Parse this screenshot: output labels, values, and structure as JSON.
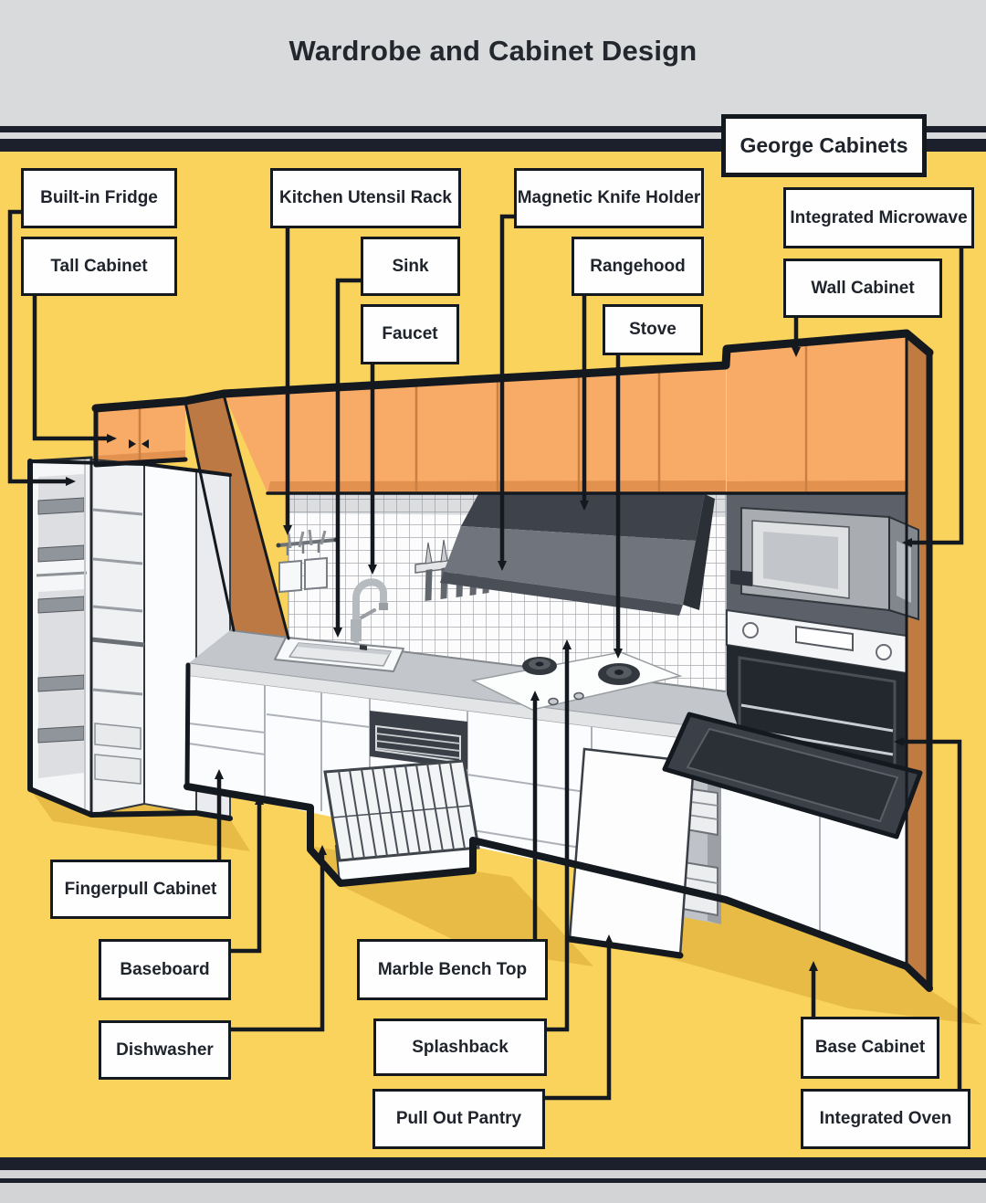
{
  "header": {
    "title": "Wardrobe and Cabinet Design"
  },
  "badge": {
    "text": "George Cabinets"
  },
  "labels": [
    {
      "id": "built-in-fridge",
      "text": "Built-in Fridge"
    },
    {
      "id": "tall-cabinet",
      "text": "Tall Cabinet"
    },
    {
      "id": "kitchen-utensil-rack",
      "text": "Kitchen Utensil Rack"
    },
    {
      "id": "sink",
      "text": "Sink"
    },
    {
      "id": "faucet",
      "text": "Faucet"
    },
    {
      "id": "magnetic-knife-holder",
      "text": "Magnetic Knife Holder"
    },
    {
      "id": "rangehood",
      "text": "Rangehood"
    },
    {
      "id": "stove",
      "text": "Stove"
    },
    {
      "id": "integrated-microwave",
      "text": "Integrated Microwave"
    },
    {
      "id": "wall-cabinet",
      "text": "Wall Cabinet"
    },
    {
      "id": "fingerpull-cabinet",
      "text": "Fingerpull Cabinet"
    },
    {
      "id": "baseboard",
      "text": "Baseboard"
    },
    {
      "id": "dishwasher",
      "text": "Dishwasher"
    },
    {
      "id": "marble-bench-top",
      "text": "Marble Bench Top"
    },
    {
      "id": "splashback",
      "text": "Splashback"
    },
    {
      "id": "pull-out-pantry",
      "text": "Pull Out Pantry"
    },
    {
      "id": "base-cabinet",
      "text": "Base Cabinet"
    },
    {
      "id": "integrated-oven",
      "text": "Integrated Oven"
    }
  ],
  "colors": {
    "background_yellow": "#F9D35B",
    "header_gray": "#D9DADB",
    "ink": "#14181F",
    "cabinet_orange": "#F8AB66",
    "cabinet_orange_shade": "#E2914F",
    "side_panel_brown": "#BC7943",
    "steel_gray": "#70757D",
    "label_box": "#FEFEFE"
  }
}
